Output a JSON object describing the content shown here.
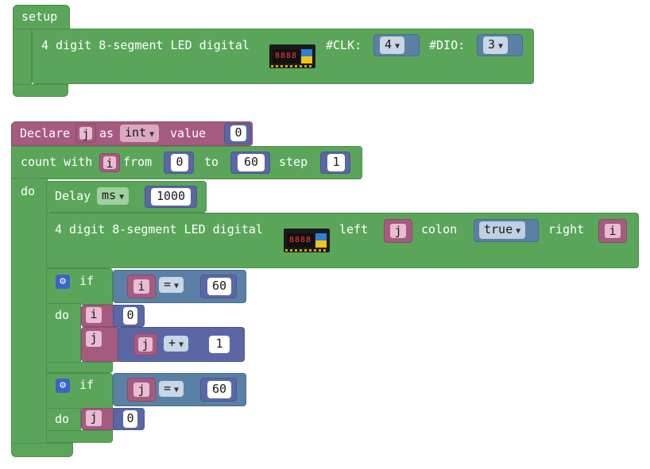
{
  "setup": {
    "hat_label": "setup",
    "tm_label": "4 digit 8-segment LED digital",
    "clk_label": "#CLK:",
    "clk_value": "4",
    "dio_label": "#DIO:",
    "dio_value": "3"
  },
  "declare": {
    "label": "Declare",
    "var": "j",
    "as_label": "as",
    "type": "int",
    "value_label": "value",
    "value": "0"
  },
  "loop": {
    "label": "count with",
    "var": "i",
    "from_label": "from",
    "from_value": "0",
    "to_label": "to",
    "to_value": "60",
    "step_label": "step",
    "step_value": "1",
    "do_label": "do"
  },
  "delay": {
    "label": "Delay",
    "unit": "ms",
    "value": "1000"
  },
  "display": {
    "label": "4 digit 8-segment LED digital",
    "left_label": "left",
    "left_var": "j",
    "colon_label": "colon",
    "colon_value": "true",
    "right_label": "right",
    "right_var": "i"
  },
  "if1": {
    "if_label": "if",
    "lhs": "i",
    "op": "=",
    "rhs": "60",
    "do_label": "do",
    "set1_var": "i",
    "set1_value": "0",
    "set2_var": "j",
    "set2_expr_var": "j",
    "set2_op": "+",
    "set2_value": "1"
  },
  "if2": {
    "if_label": "if",
    "lhs": "j",
    "op": "=",
    "rhs": "60",
    "do_label": "do",
    "set_var": "j",
    "set_value": "0"
  },
  "icons": {
    "gear": "gear-icon",
    "dropdown": "triangle-down-icon",
    "module": "led-module-image"
  }
}
